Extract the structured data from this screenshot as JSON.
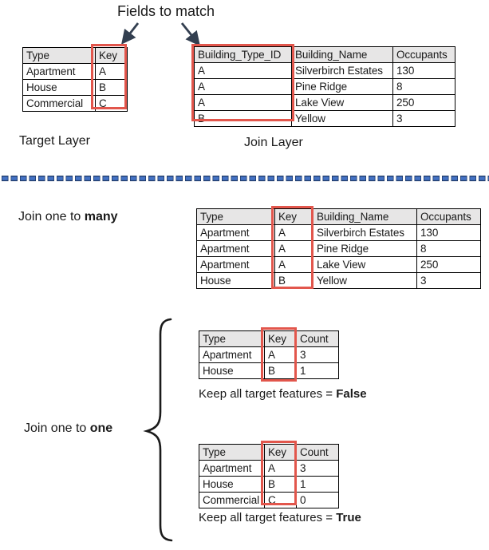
{
  "title": "Fields to match",
  "colors": {
    "highlight_red": "#e2564c",
    "header_gray": "#e7e6e6",
    "arrow_navy": "#333f50",
    "dash_blue": "#4472c4",
    "dash_navy": "#1f3864"
  },
  "target_layer": {
    "label": "Target Layer",
    "table": {
      "headers": [
        "Type",
        "Key"
      ],
      "rows": [
        [
          "Apartment",
          "A"
        ],
        [
          "House",
          "B"
        ],
        [
          "Commercial",
          "C"
        ]
      ]
    }
  },
  "join_layer": {
    "label": "Join Layer",
    "table": {
      "headers": [
        "Building_Type_ID",
        "Building_Name",
        "Occupants"
      ],
      "rows": [
        [
          "A",
          "Silverbirch Estates",
          "130"
        ],
        [
          "A",
          "Pine Ridge",
          "8"
        ],
        [
          "A",
          "Lake View",
          "250"
        ],
        [
          "B",
          "Yellow",
          "3"
        ]
      ]
    }
  },
  "join_one_to_many": {
    "label_regular": "Join one to ",
    "label_bold": "many",
    "table": {
      "headers": [
        "Type",
        "Key",
        "Building_Name",
        "Occupants"
      ],
      "rows": [
        [
          "Apartment",
          "A",
          "Silverbirch Estates",
          "130"
        ],
        [
          "Apartment",
          "A",
          "Pine Ridge",
          "8"
        ],
        [
          "Apartment",
          "A",
          "Lake View",
          "250"
        ],
        [
          "House",
          "B",
          "Yellow",
          "3"
        ]
      ]
    }
  },
  "join_one_to_one": {
    "label_regular": "Join one to ",
    "label_bold": "one",
    "false_case": {
      "table": {
        "headers": [
          "Type",
          "Key",
          "Count"
        ],
        "rows": [
          [
            "Apartment",
            "A",
            "3"
          ],
          [
            "House",
            "B",
            "1"
          ]
        ]
      },
      "caption_regular": "Keep all target features = ",
      "caption_bold": "False"
    },
    "true_case": {
      "table": {
        "headers": [
          "Type",
          "Key",
          "Count"
        ],
        "rows": [
          [
            "Apartment",
            "A",
            "3"
          ],
          [
            "House",
            "B",
            "1"
          ],
          [
            "Commercial",
            "C",
            "0"
          ]
        ]
      },
      "caption_regular": "Keep all target features = ",
      "caption_bold": "True"
    }
  }
}
